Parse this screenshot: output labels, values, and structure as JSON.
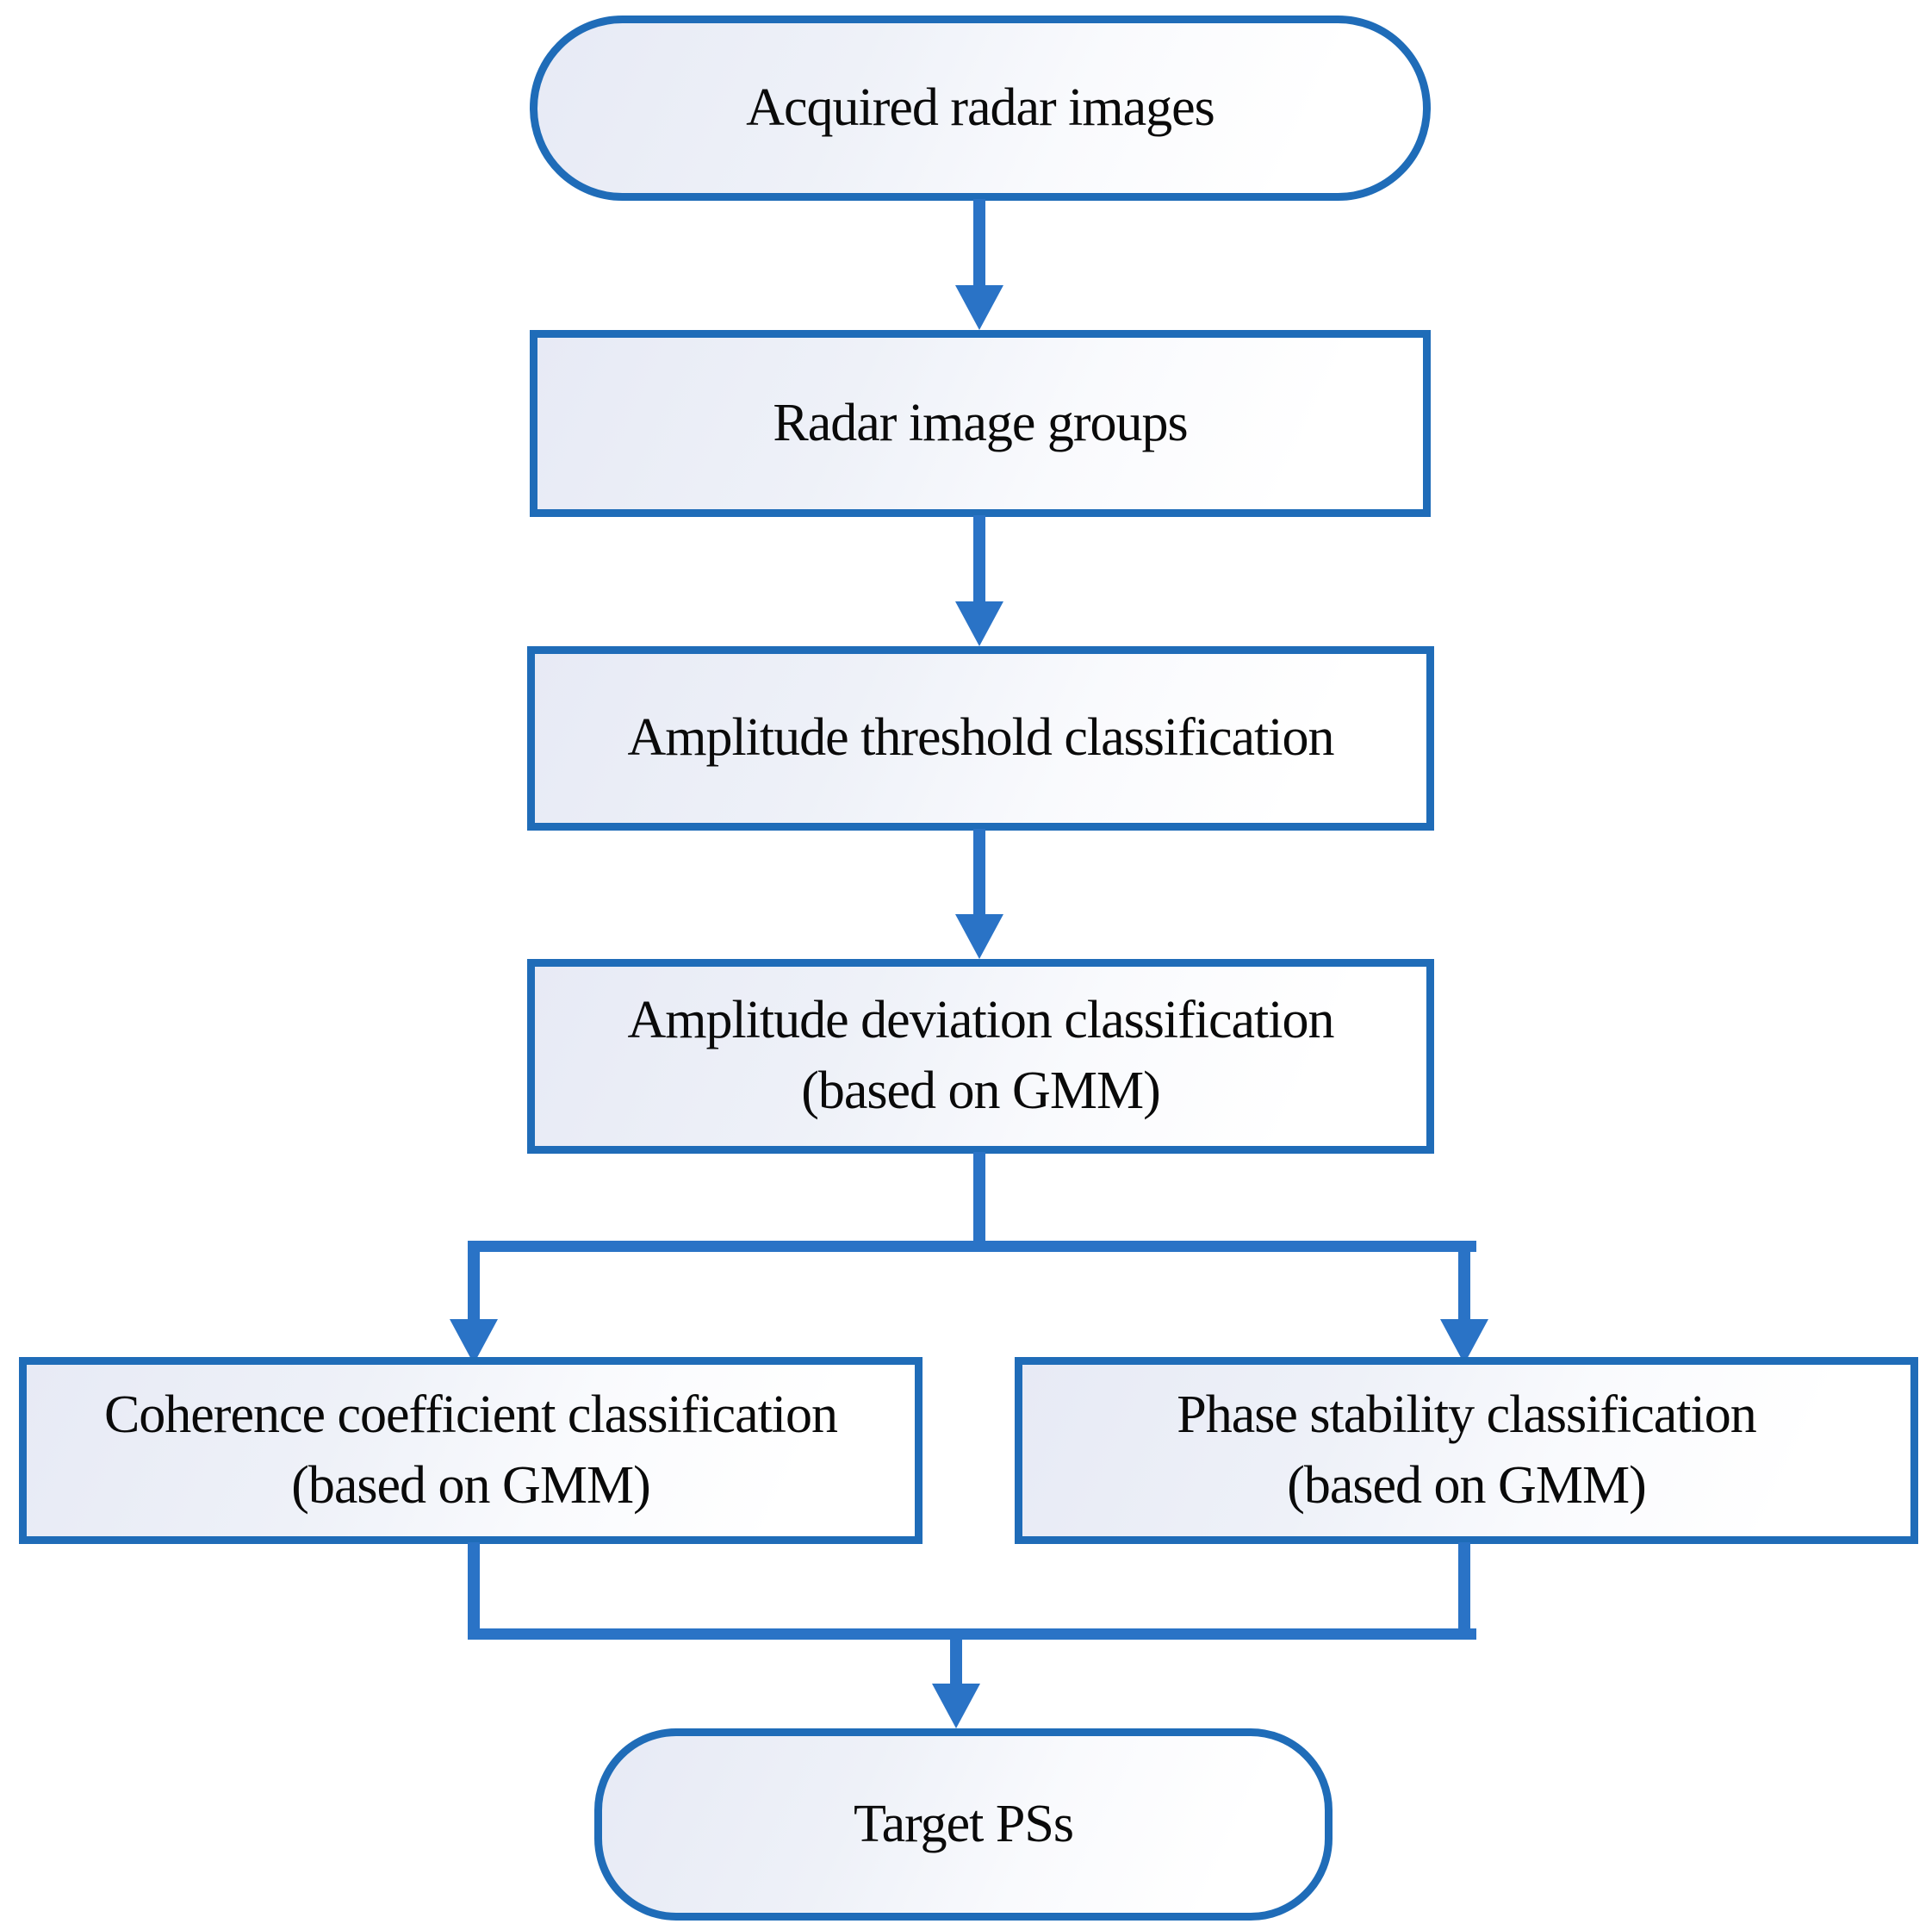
{
  "diagram": {
    "type": "flowchart",
    "colors": {
      "node_border": "#1f6cb8",
      "connector": "#2a73c6",
      "node_fill_start": "#e7eaf5",
      "node_fill_end": "#ffffff",
      "text": "#0a0a0a"
    },
    "nodes": [
      {
        "label": "Acquired radar images",
        "shape": "stadium"
      },
      {
        "label": "Radar image groups",
        "shape": "rectangle"
      },
      {
        "label": "Amplitude threshold classification",
        "shape": "rectangle"
      },
      {
        "label": "Amplitude deviation classification",
        "sublabel": "(based on GMM)",
        "shape": "rectangle"
      },
      {
        "label": "Coherence coefficient classification",
        "sublabel": "(based on GMM)",
        "shape": "rectangle"
      },
      {
        "label": "Phase stability classification",
        "sublabel": "(based on GMM)",
        "shape": "rectangle"
      },
      {
        "label": "Target PSs",
        "shape": "stadium"
      }
    ],
    "edges": [
      {
        "from": "Acquired radar images",
        "to": "Radar image groups"
      },
      {
        "from": "Radar image groups",
        "to": "Amplitude threshold classification"
      },
      {
        "from": "Amplitude threshold classification",
        "to": "Amplitude deviation classification (based on GMM)"
      },
      {
        "from": "Amplitude deviation classification (based on GMM)",
        "to": "Coherence coefficient classification (based on GMM)"
      },
      {
        "from": "Amplitude deviation classification (based on GMM)",
        "to": "Phase stability classification (based on GMM)"
      },
      {
        "from": "Coherence coefficient classification (based on GMM)",
        "to": "Target PSs"
      },
      {
        "from": "Phase stability classification (based on GMM)",
        "to": "Target PSs"
      }
    ]
  }
}
